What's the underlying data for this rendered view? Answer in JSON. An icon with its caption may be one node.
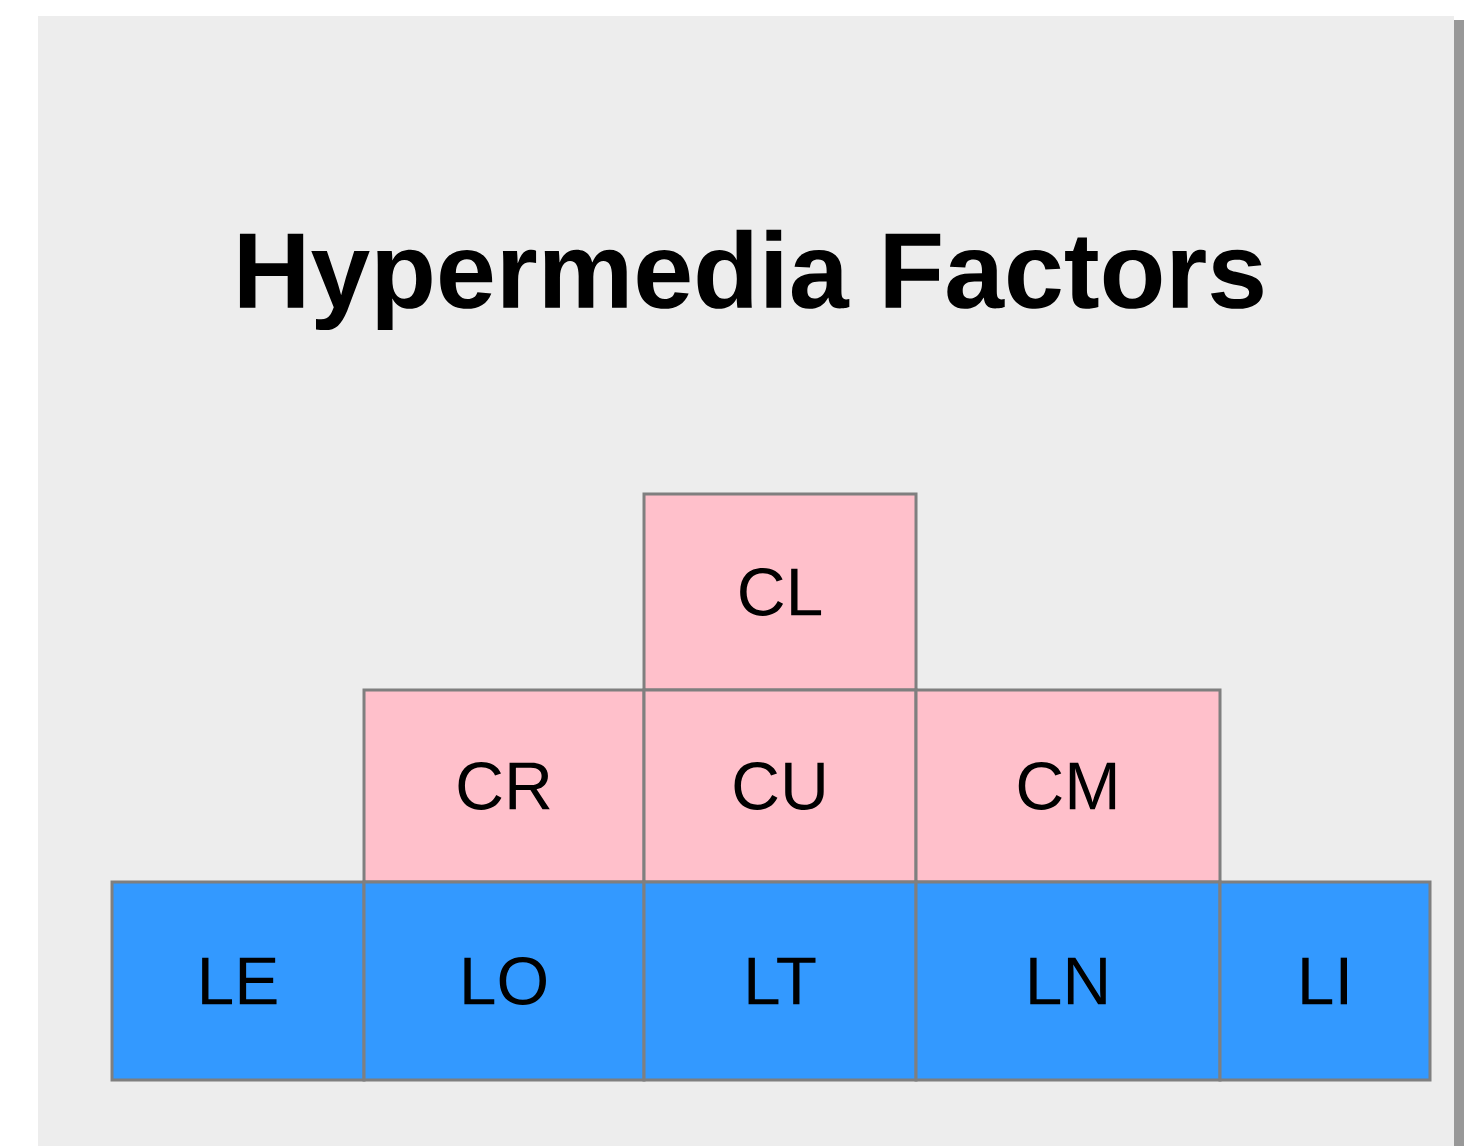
{
  "diagram": {
    "title": "Hypermedia Factors",
    "nodes": [
      {
        "text": [
          "CL"
        ]
      },
      {
        "text": [
          "CR"
        ]
      },
      {
        "text": [
          "CU"
        ]
      },
      {
        "text": [
          "CM"
        ]
      },
      {
        "text": [
          "LE"
        ]
      },
      {
        "text": [
          "LO"
        ]
      },
      {
        "text": [
          "LT"
        ]
      },
      {
        "text": [
          "LN"
        ]
      },
      {
        "text": [
          "LI"
        ]
      }
    ]
  }
}
